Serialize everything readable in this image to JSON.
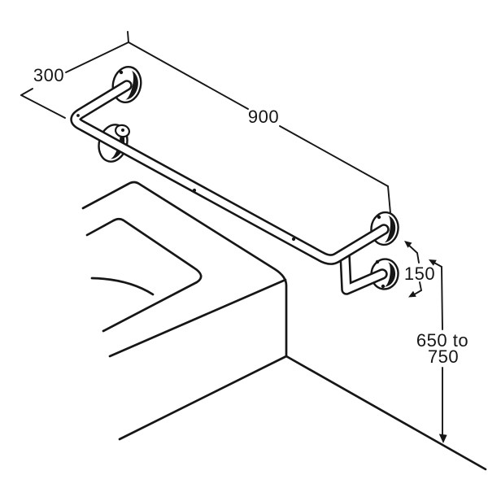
{
  "diagram": {
    "description": "Isometric technical sketch of a cranked grab rail fixed to a wall beside a bath tub, with four wall flanges and dimension annotations",
    "background_color": "#ffffff",
    "line_color": "#161616",
    "labels": {
      "rail_return_length": "300",
      "rail_main_length": "900",
      "rail_end_drop": "150",
      "height_range_line1": "650 to",
      "height_range_line2": "750"
    }
  }
}
